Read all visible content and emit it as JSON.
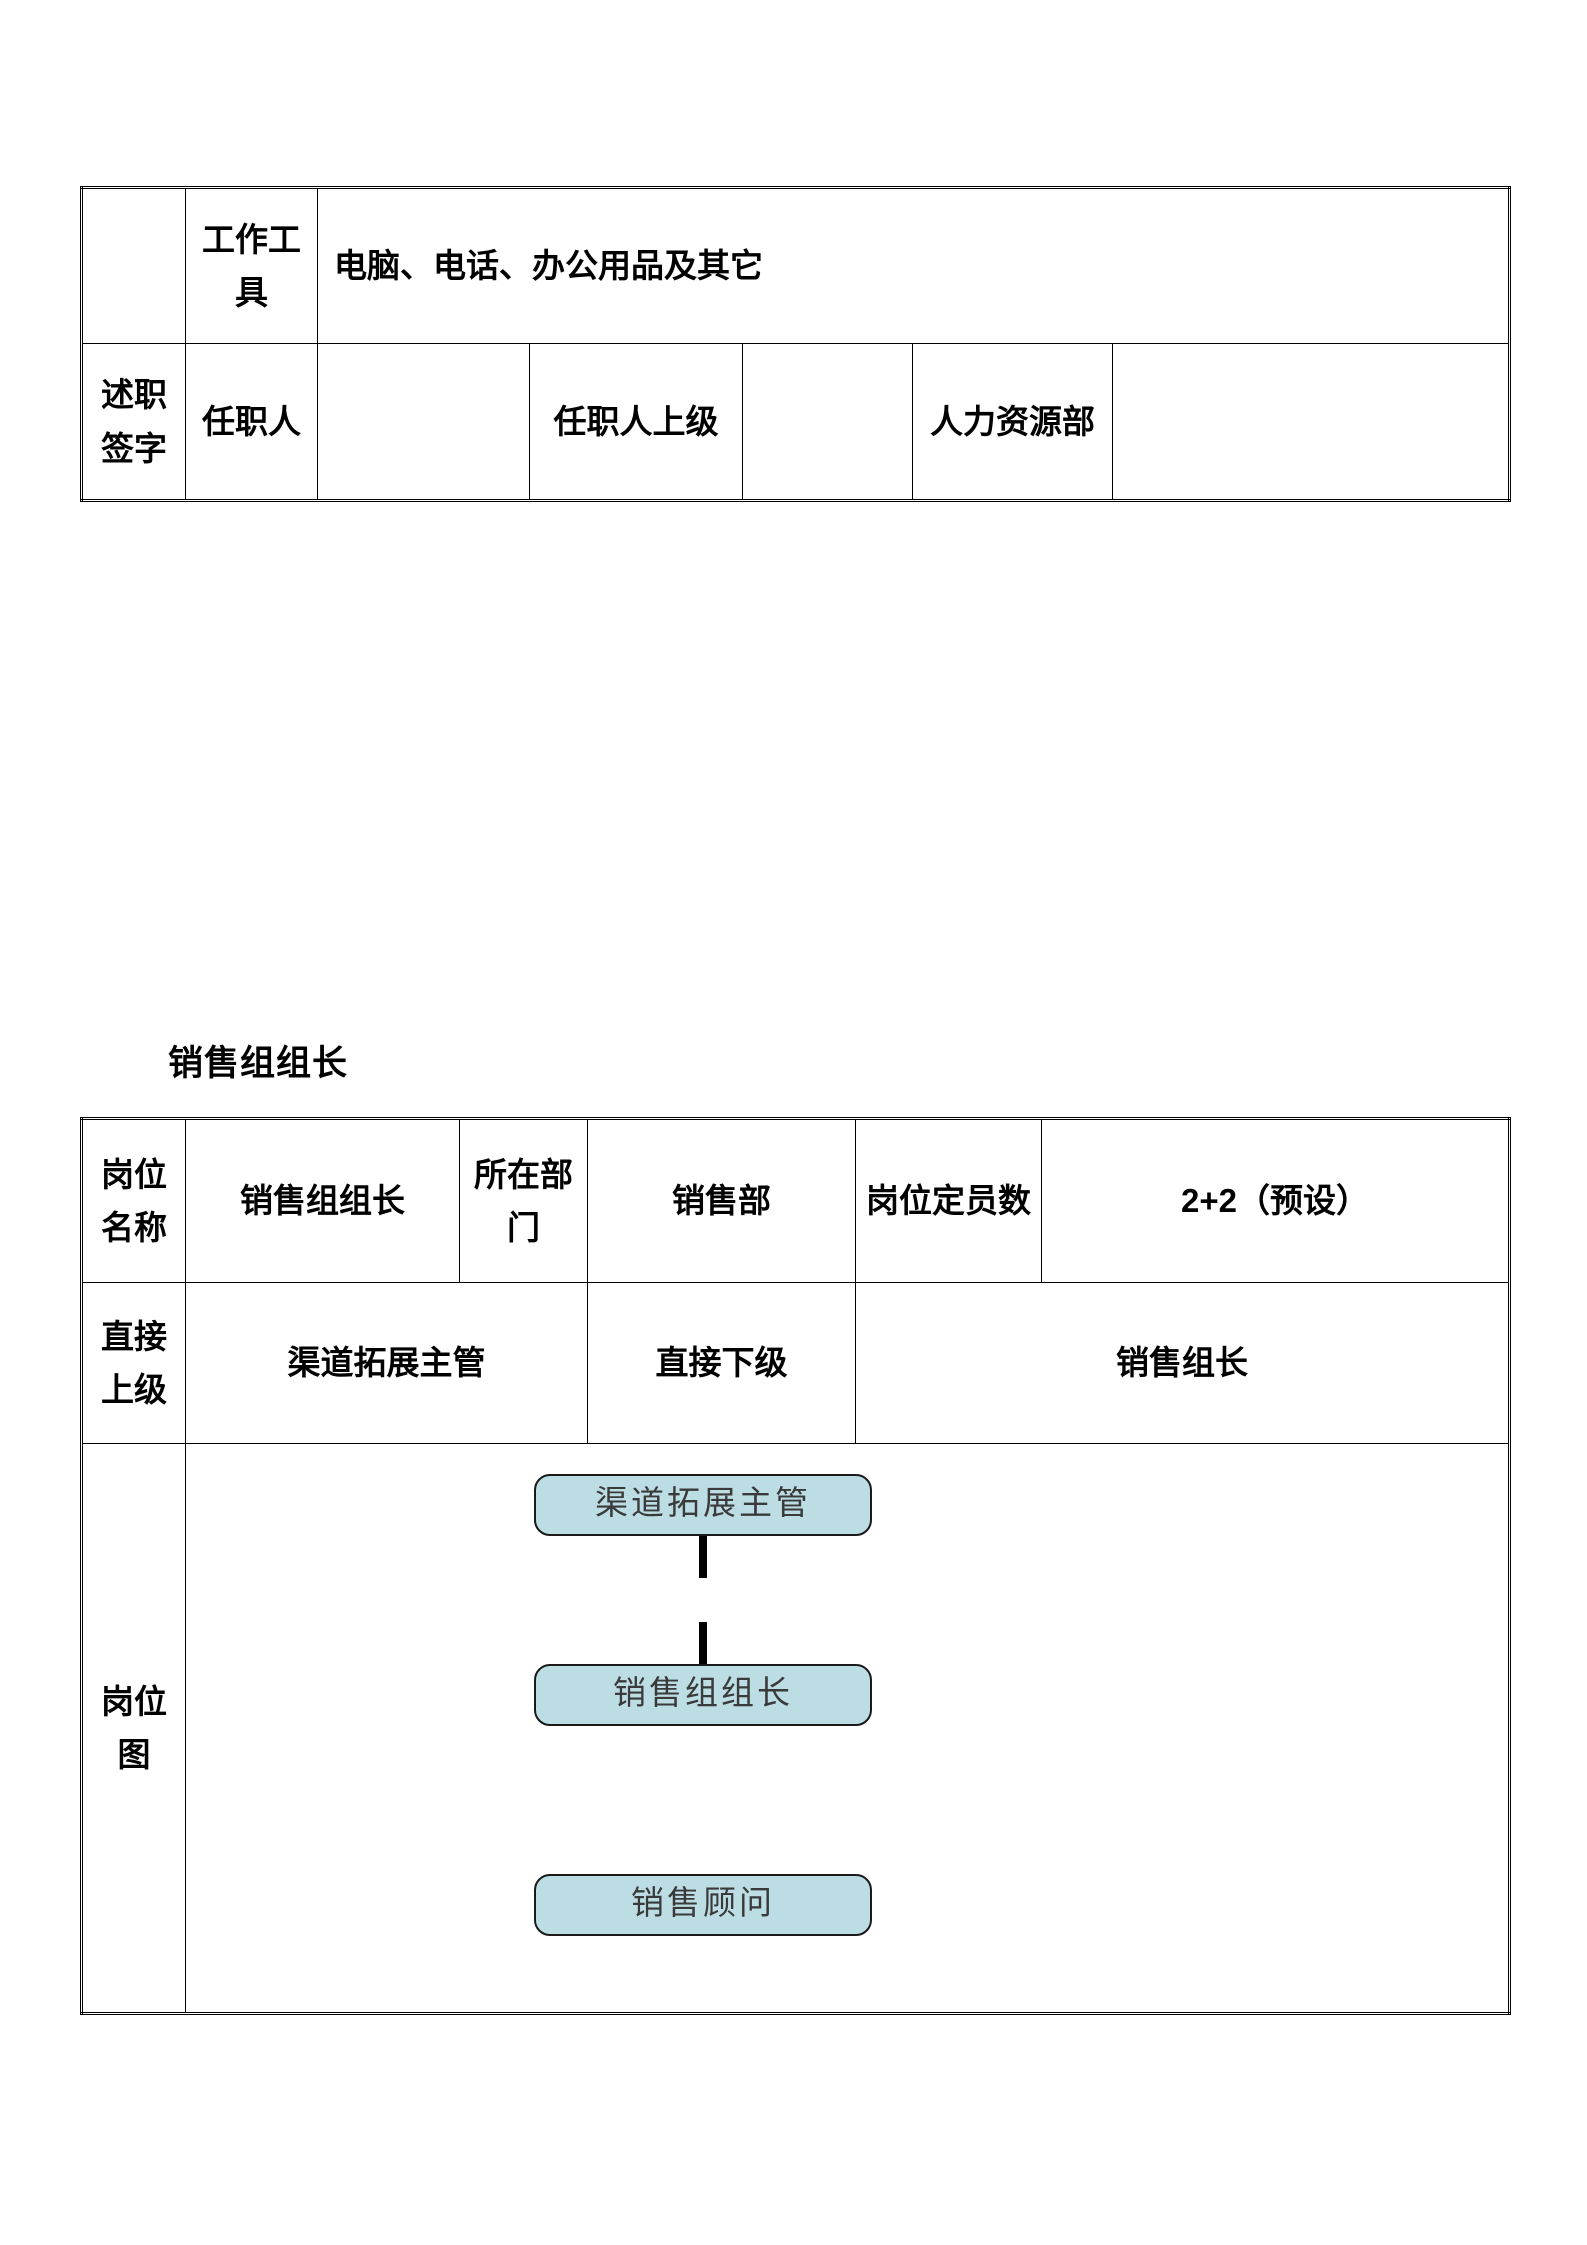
{
  "document": {
    "language": "zh-CN",
    "page_background": "#ffffff"
  },
  "table_tools": {
    "name": "工作工具与述职签字表",
    "rows": [
      {
        "name": "tools-row",
        "cells": [
          {
            "text": "",
            "name": "tools-row-blank"
          },
          {
            "text": "工作工具",
            "name": "tools-row-label"
          },
          {
            "text": "电脑、电话、办公用品及其它",
            "name": "tools-row-value"
          }
        ]
      },
      {
        "name": "signature-row",
        "cells": [
          {
            "text": "述职签字",
            "name": "signature-row-label"
          },
          {
            "text": "任职人",
            "name": "signature-incumbent-label"
          },
          {
            "text": "",
            "name": "signature-incumbent-value"
          },
          {
            "text": "任职人上级",
            "name": "signature-supervisor-label"
          },
          {
            "text": "",
            "name": "signature-supervisor-value"
          },
          {
            "text": "人力资源部",
            "name": "signature-hr-label"
          },
          {
            "text": "",
            "name": "signature-hr-value"
          }
        ]
      }
    ]
  },
  "heading": {
    "text": "销售组组长"
  },
  "table_position": {
    "name": "岗位说明表",
    "row_basic": {
      "position_name_label": "岗位名称",
      "position_name_value": "销售组组长",
      "department_label": "所在部门",
      "department_value": "销售部",
      "headcount_label": "岗位定员数",
      "headcount_value": "2+2（预设）"
    },
    "row_reporting": {
      "direct_superior_label": "直接上级",
      "direct_superior_value": "渠道拓展主管",
      "direct_subordinate_label": "直接下级",
      "direct_subordinate_value": "销售组长"
    },
    "row_chart": {
      "chart_label": "岗位图"
    }
  },
  "org_chart": {
    "box_fill_color": "#bcdde4",
    "box_border_color": "#1a1a1a",
    "boxes": [
      {
        "id": "supervisor",
        "label": "渠道拓展主管"
      },
      {
        "id": "leader",
        "label": "销售组组长"
      },
      {
        "id": "consultant",
        "label": "销售顾问"
      }
    ]
  }
}
